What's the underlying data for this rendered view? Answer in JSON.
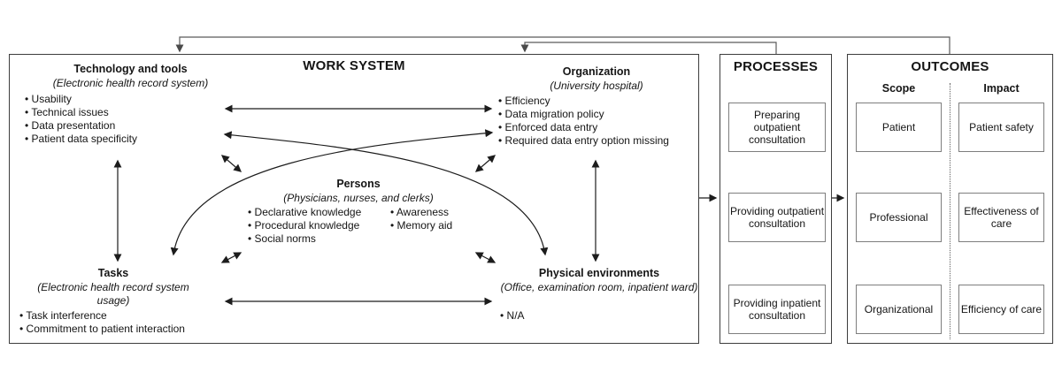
{
  "work_system": {
    "title": "WORK SYSTEM",
    "technology_tools": {
      "title": "Technology and tools",
      "subtitle": "(Electronic health record system)",
      "items": [
        "Usability",
        "Technical issues",
        "Data presentation",
        "Patient data specificity"
      ]
    },
    "organization": {
      "title": "Organization",
      "subtitle": "(University hospital)",
      "items": [
        "Efficiency",
        "Data migration policy",
        "Enforced data entry",
        "Required data entry option missing"
      ]
    },
    "persons": {
      "title": "Persons",
      "subtitle": "(Physicians, nurses, and clerks)",
      "items_left": [
        "Declarative knowledge",
        "Procedural knowledge",
        "Social norms"
      ],
      "items_right": [
        "Awareness",
        "Memory aid"
      ]
    },
    "tasks": {
      "title": "Tasks",
      "subtitle": "(Electronic health record system usage)",
      "items": [
        "Task interference",
        "Commitment to patient interaction"
      ]
    },
    "physical_environments": {
      "title": "Physical environments",
      "subtitle": "(Office, examination room, inpatient ward)",
      "items": [
        "N/A"
      ]
    }
  },
  "processes": {
    "title": "PROCESSES",
    "steps": [
      "Preparing outpatient consultation",
      "Providing outpatient consultation",
      "Providing inpatient consultation"
    ]
  },
  "outcomes": {
    "title": "OUTCOMES",
    "scope": {
      "header": "Scope",
      "items": [
        "Patient",
        "Professional",
        "Organizational"
      ]
    },
    "impact": {
      "header": "Impact",
      "items": [
        "Patient safety",
        "Effectiveness of care",
        "Efficiency of care"
      ]
    }
  },
  "colors": {
    "background": "#ffffff",
    "text": "#151515",
    "outer_border": "#3d3d3d",
    "inner_border": "#7e7e7e",
    "arrow": "#1c1c1c",
    "feedback_line": "#5a5a5a"
  }
}
